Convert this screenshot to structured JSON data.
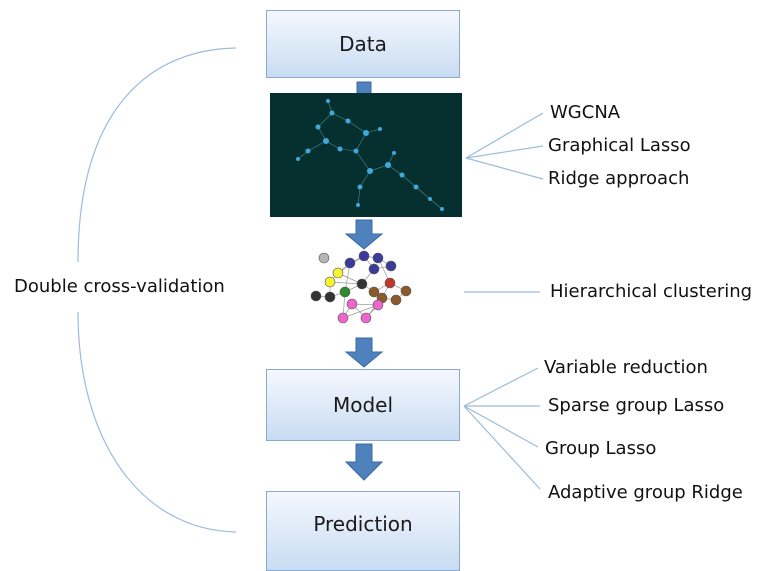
{
  "boxes": {
    "data": "Data",
    "model": "Model",
    "prediction": "Prediction"
  },
  "network_methods": [
    "WGCNA",
    "Graphical Lasso",
    "Ridge approach"
  ],
  "clustering_method": "Hierarchical clustering",
  "cv_label": "Double cross-validation",
  "model_methods": [
    "Variable reduction",
    "Sparse group Lasso",
    "Group Lasso",
    "Adaptive group Ridge"
  ],
  "colors": {
    "arrow": "#4f81bd",
    "connector": "#9dbbdb",
    "network_bg": "#05302f",
    "node": "#3fa9dc"
  }
}
